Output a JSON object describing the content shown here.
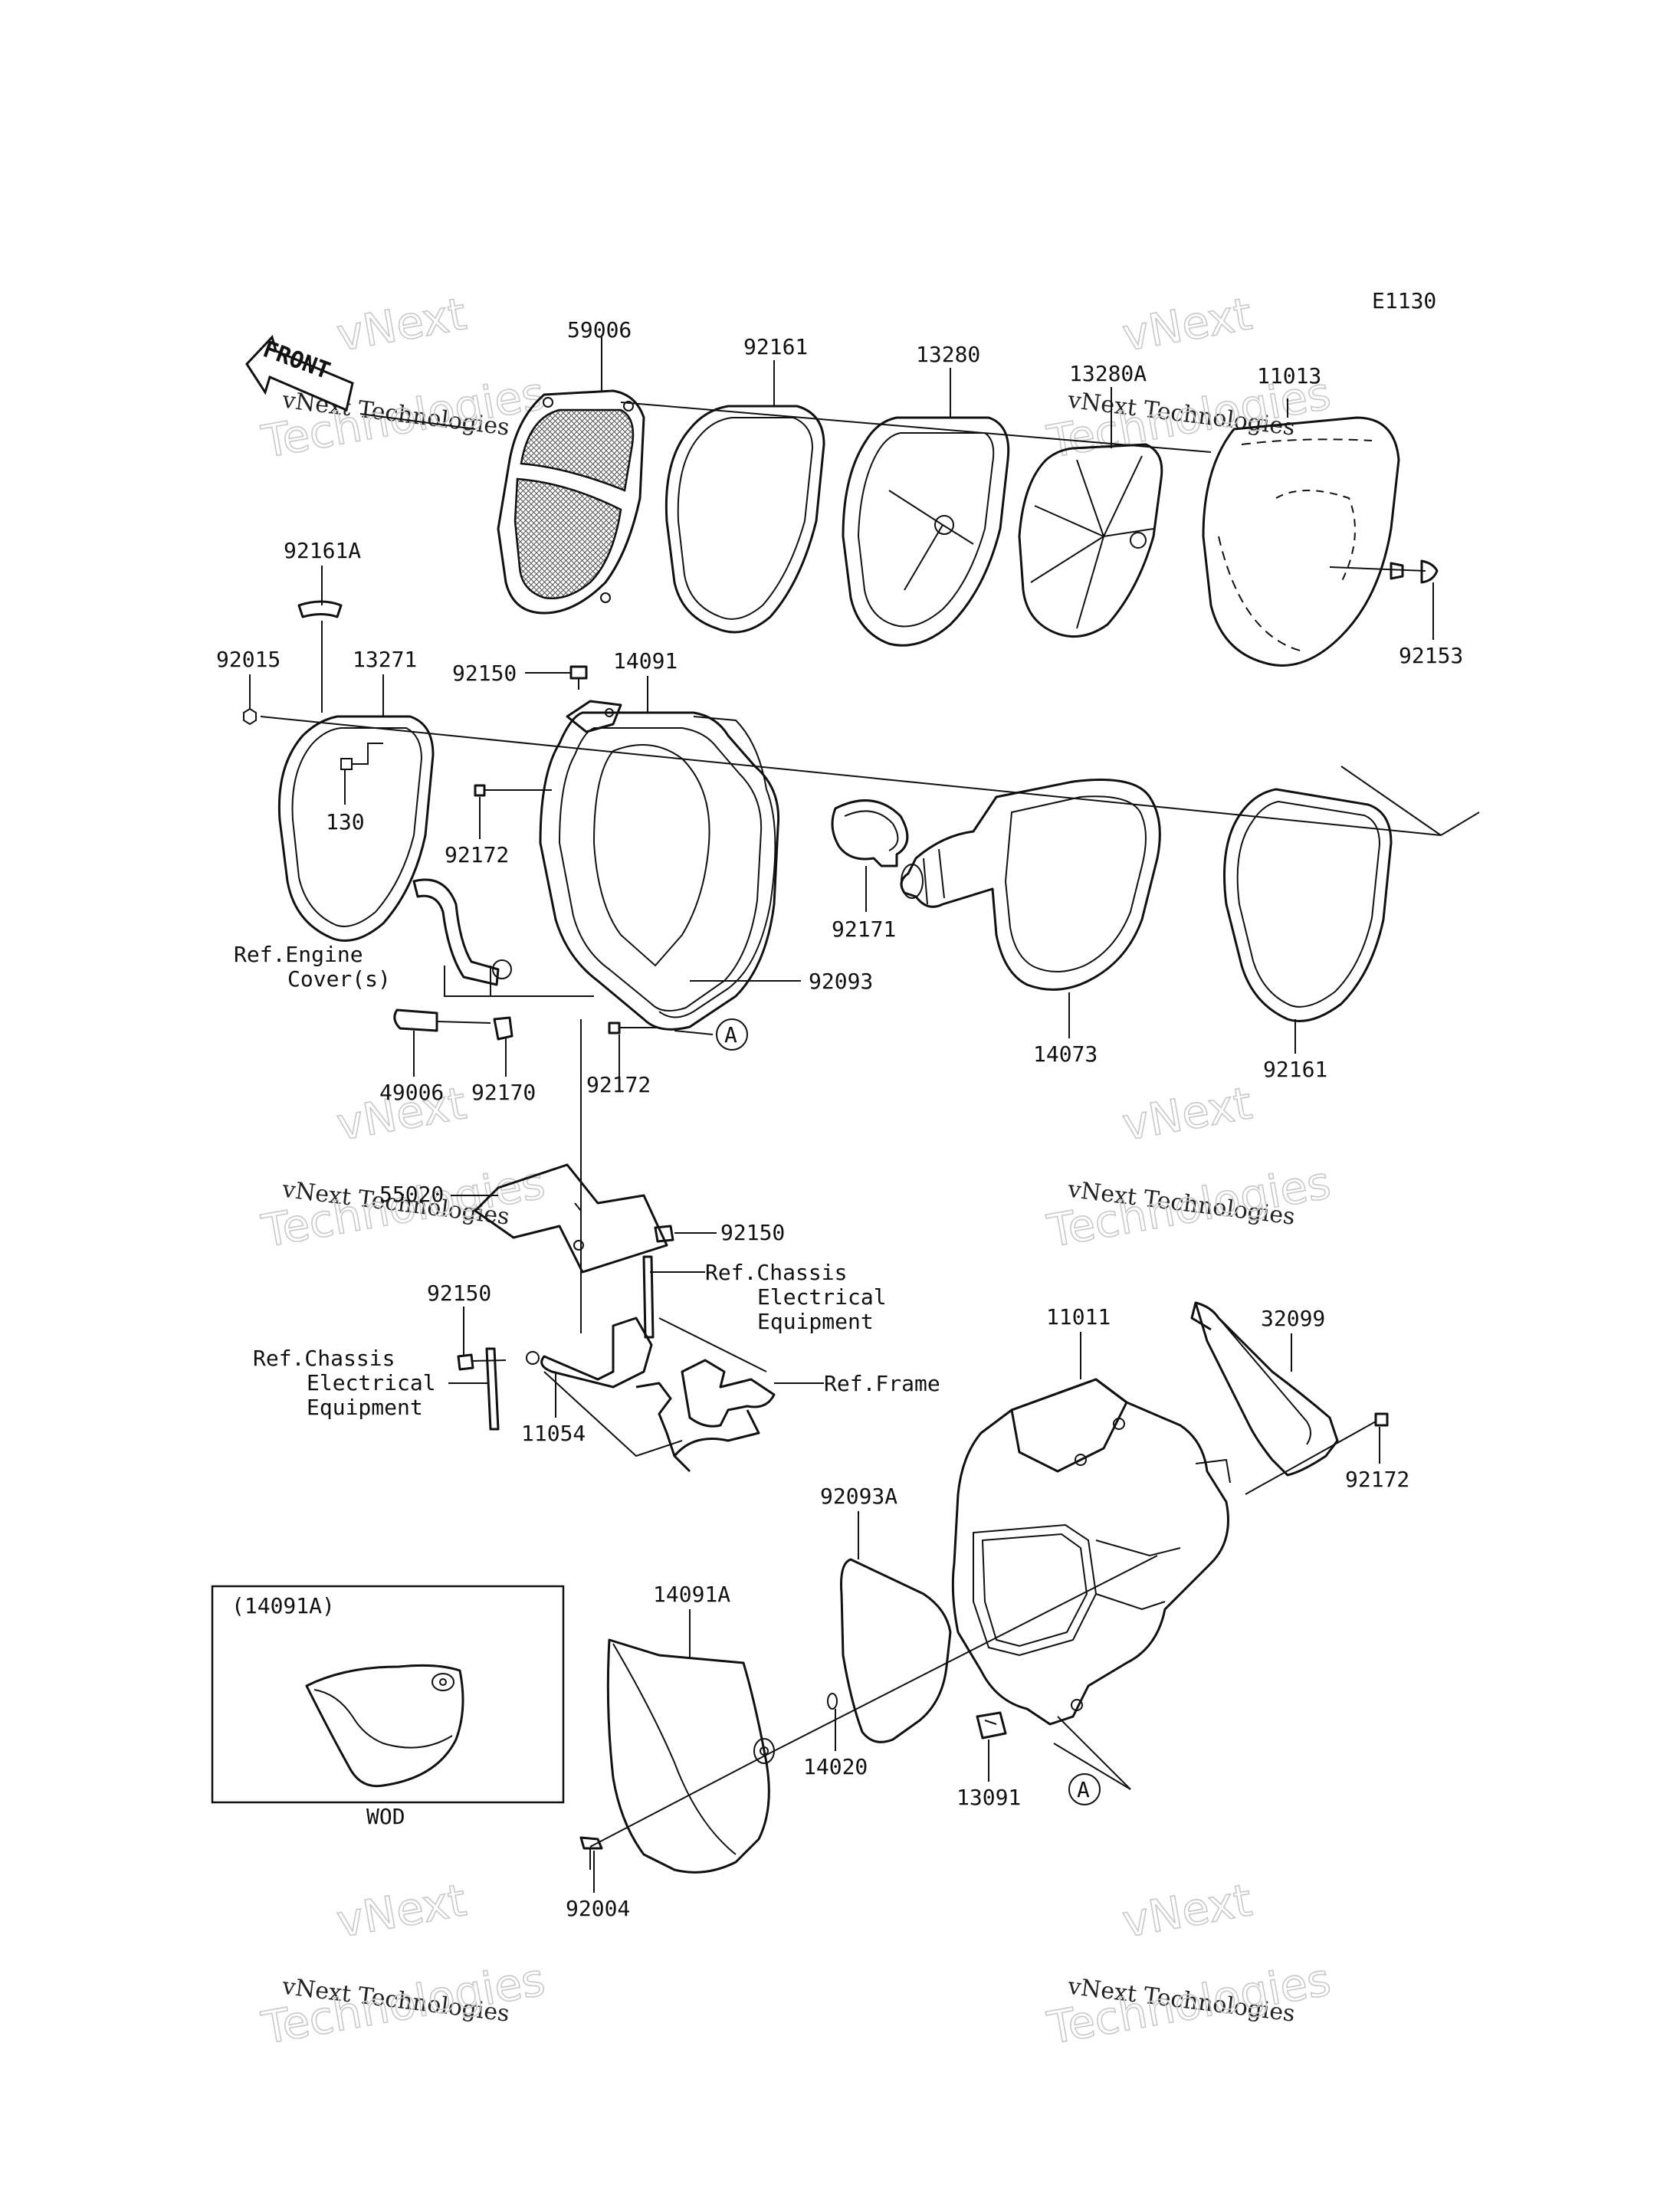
{
  "diagram_code": "E1130",
  "front_arrow_label": "FRONT",
  "labels": {
    "p59006": "59006",
    "p92161_top": "92161",
    "p13280": "13280",
    "p13280A": "13280A",
    "p11013": "11013",
    "p92153": "92153",
    "p92161A": "92161A",
    "p92015": "92015",
    "p13271": "13271",
    "p92150_a": "92150",
    "p14091": "14091",
    "p130": "130",
    "p92172_a": "92172",
    "p92171": "92171",
    "p14073": "14073",
    "p92161_right": "92161",
    "p92093": "92093",
    "p49006": "49006",
    "p92170": "92170",
    "p92172_b": "92172",
    "p55020": "55020",
    "p92150_b": "92150",
    "p92150_c": "92150",
    "p11054": "11054",
    "p11011": "11011",
    "p32099": "32099",
    "p92172_c": "92172",
    "p92093A": "92093A",
    "p14091A": "14091A",
    "p14020": "14020",
    "p13091": "13091",
    "p92004": "92004",
    "inset_title": "(14091A)",
    "inset_caption": "WOD",
    "callout_a": "A",
    "callout_a2": "A"
  },
  "references": {
    "engine_line1": "Ref.Engine",
    "engine_line2": "Cover(s)",
    "chassis_right_line1": "Ref.Chassis",
    "chassis_right_line2": "Electrical",
    "chassis_right_line3": "Equipment",
    "chassis_left_line1": "Ref.Chassis",
    "chassis_left_line2": "Electrical",
    "chassis_left_line3": "Equipment",
    "frame": "Ref.Frame"
  },
  "watermark": {
    "line1": "vNext",
    "line2": "vNext Technologies",
    "line3": "Technologies"
  }
}
